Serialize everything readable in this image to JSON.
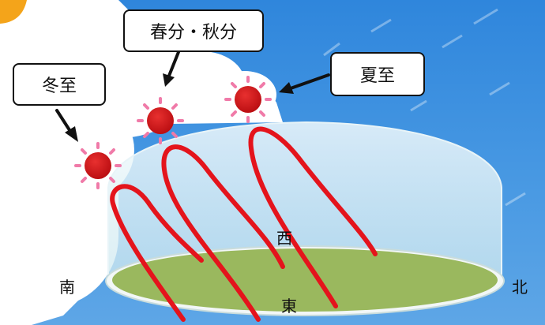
{
  "labels": {
    "winter_solstice": "冬至",
    "equinox": "春分・秋分",
    "summer_solstice": "夏至"
  },
  "directions": {
    "south": "南",
    "north": "北",
    "west": "西",
    "east": "東"
  },
  "colors": {
    "sky": "#3f8fe0",
    "sun": "#cc0f12",
    "sun_rays": "#f07aa8",
    "sun_path": "#e4141c",
    "ground": "#9ab85e",
    "dome": "#e4f4f8"
  }
}
